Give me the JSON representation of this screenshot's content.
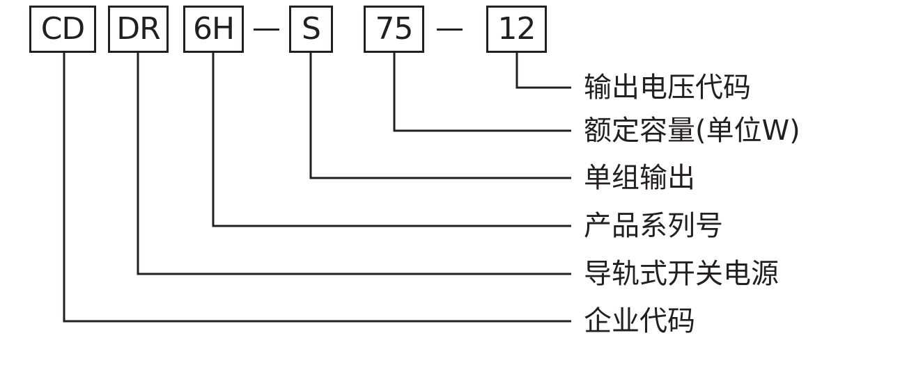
{
  "model_code": {
    "segments": [
      "CD",
      "DR",
      "6H",
      "S",
      "75",
      "12"
    ]
  },
  "descriptions": [
    "输出电压代码",
    "额定容量(单位W)",
    "单组输出",
    "产品系列号",
    "导轨式开关电源",
    "企业代码"
  ],
  "colors": {
    "line": "#231f20",
    "background": "#ffffff"
  }
}
